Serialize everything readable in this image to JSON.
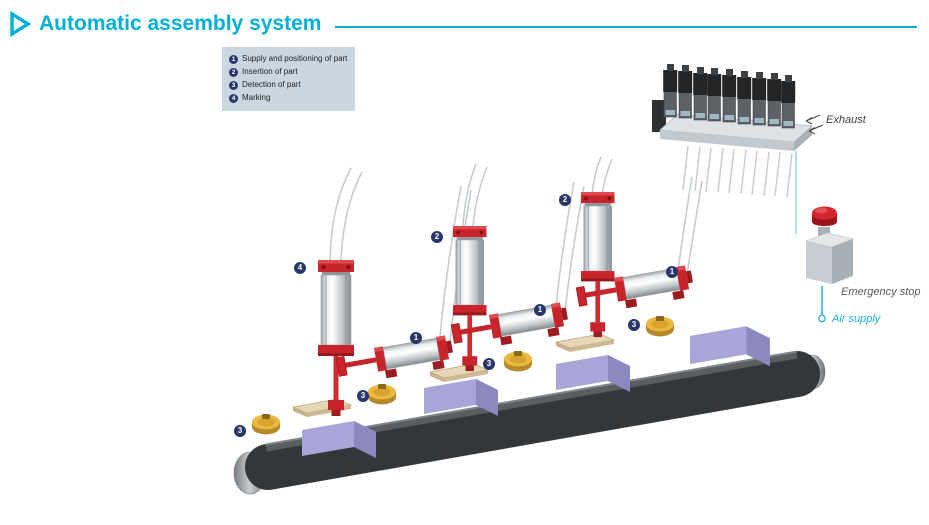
{
  "header": {
    "title": "Automatic assembly system",
    "icon": "triangle-right-outline"
  },
  "legend": {
    "items": [
      {
        "num": "1",
        "label": "Supply and positioning of part"
      },
      {
        "num": "2",
        "label": "Insertion of part"
      },
      {
        "num": "3",
        "label": "Detection of part"
      },
      {
        "num": "4",
        "label": "Marking"
      }
    ]
  },
  "labels": {
    "exhaust": "Exhaust",
    "emergency_stop": "Emergency stop",
    "air_supply": "Air supply"
  },
  "diagram": {
    "badges": [
      {
        "num": "4"
      },
      {
        "num": "2"
      },
      {
        "num": "2"
      },
      {
        "num": "1"
      },
      {
        "num": "1"
      },
      {
        "num": "1"
      },
      {
        "num": "3"
      },
      {
        "num": "3"
      },
      {
        "num": "3"
      },
      {
        "num": "3"
      }
    ]
  },
  "colors": {
    "accent_cyan": "#00b0d8",
    "badge_navy": "#27376b",
    "cylinder_red": "#c8242b",
    "part_purple": "#aaa5d8",
    "part_yellow": "#eab93f",
    "belt_gray": "#34373a",
    "legend_bg": "#cbd7e0"
  }
}
